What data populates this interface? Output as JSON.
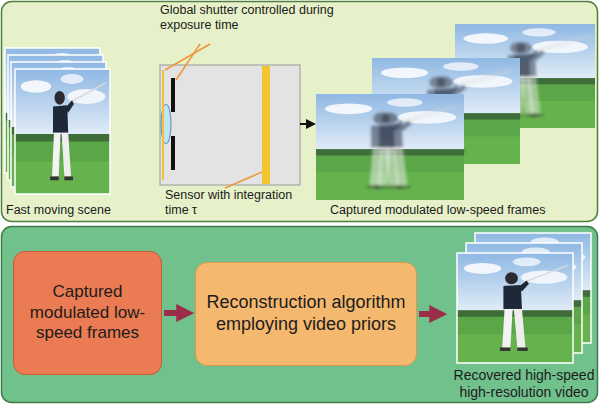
{
  "diagram": {
    "nodes": [
      {
        "text": [
          "Captured modulated low-speed frames"
        ]
      },
      {
        "text": [
          "Reconstruction algorithm employing video priors"
        ]
      },
      {
        "text": [
          "Recovered high-speed high-resolution video"
        ]
      }
    ],
    "edges": [
      {
        "from": 0,
        "to": 1,
        "arrow": "to"
      },
      {
        "from": 1,
        "to": 2,
        "arrow": "to"
      }
    ],
    "labels": [
      "Global shutter controlled during exposure time",
      "Sensor with integration time τ",
      "Fast moving scene",
      "Captured modulated low-speed frames"
    ]
  }
}
